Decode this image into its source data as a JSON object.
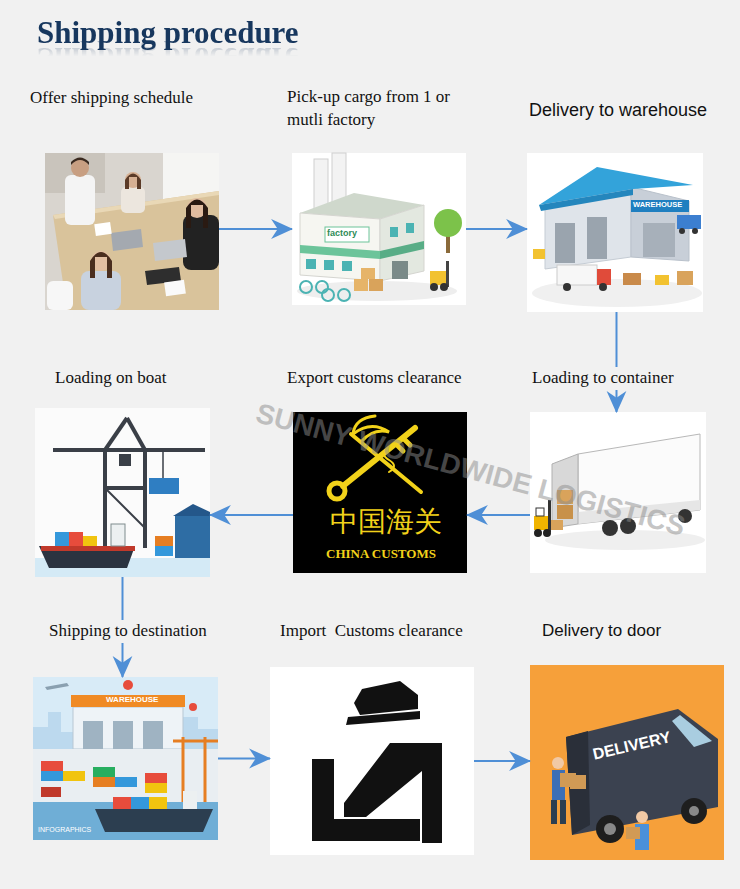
{
  "diagram": {
    "title": "Shipping procedure",
    "nodes": [
      {
        "text": [
          "Offer shipping schedule"
        ]
      },
      {
        "text": [
          "Pick-up cargo from 1 or mutli factory"
        ]
      },
      {
        "text": [
          "Delivery to warehouse"
        ]
      },
      {
        "text": [
          "Loading to container"
        ]
      },
      {
        "text": [
          "Export customs clearance"
        ]
      },
      {
        "text": [
          "Loading on boat"
        ]
      },
      {
        "text": [
          "Shipping to destination"
        ]
      },
      {
        "text": [
          "Import  Customs clearance"
        ]
      },
      {
        "text": [
          "Delivery to door"
        ]
      }
    ],
    "edges": [
      {
        "from": 0,
        "to": 1,
        "arrow": "to"
      },
      {
        "from": 1,
        "to": 2,
        "arrow": "to"
      },
      {
        "from": 2,
        "to": 3,
        "arrow": "to"
      },
      {
        "from": 3,
        "to": 4,
        "arrow": "to"
      },
      {
        "from": 4,
        "to": 5,
        "arrow": "to"
      },
      {
        "from": 5,
        "to": 6,
        "arrow": "to"
      },
      {
        "from": 6,
        "to": 7,
        "arrow": "to"
      },
      {
        "from": 7,
        "to": 8,
        "arrow": "to"
      }
    ],
    "labels": [
      "factory",
      "WAREHOUSE",
      "中国海关",
      "CHINA CUSTOMS",
      "WAREHOUSE",
      "INFOGRAPHICS",
      "DELIVERY",
      "SUNNY WORLDWIDE LOGISTICS"
    ]
  }
}
